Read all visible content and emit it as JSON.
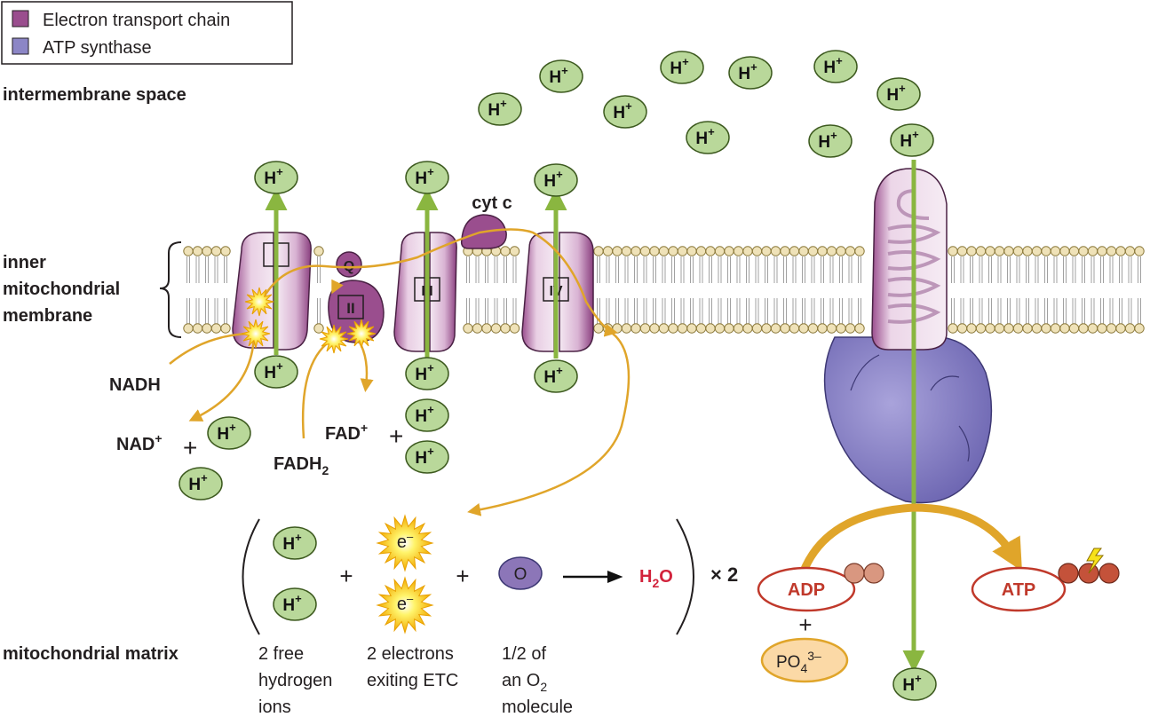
{
  "legend": {
    "items": [
      {
        "label": "Electron transport chain",
        "color": "#9a4e8e"
      },
      {
        "label": "ATP synthase",
        "color": "#8c86c6"
      }
    ]
  },
  "regions": {
    "intermembrane": "intermembrane space",
    "membrane_line1": "inner",
    "membrane_line2": "mitochondrial",
    "membrane_line3": "membrane",
    "matrix": "mitochondrial matrix"
  },
  "complexes": {
    "c1": "I",
    "c2": "II",
    "c3": "III",
    "c4": "IV",
    "q": "Q",
    "cytc": "cyt c"
  },
  "hydrogen_ion": {
    "base": "H",
    "sup": "+"
  },
  "reactants": {
    "nadh": "NADH",
    "nad_base": "NAD",
    "nad_sup": "+",
    "fadh_base": "FADH",
    "fadh_sub": "2",
    "fad_base": "FAD",
    "fad_sup": "+",
    "plus": "+"
  },
  "equation": {
    "electron_base": "e",
    "electron_sup": "–",
    "oxygen": "O",
    "water_h": "H",
    "water_sub": "2",
    "water_o": "O",
    "times": "× 2",
    "plus": "+",
    "caption_h": [
      "2 free",
      "hydrogen",
      "ions"
    ],
    "caption_e": [
      "2 electrons",
      "exiting ETC"
    ],
    "caption_o_line1": "1/2 of",
    "caption_o_line2_base": "an O",
    "caption_o_line2_sub": "2",
    "caption_o_line3": "molecule"
  },
  "atp_synthesis": {
    "adp": "ADP",
    "atp": "ATP",
    "plus": "+",
    "phosphate_base": "PO",
    "phosphate_sub": "4",
    "phosphate_sup": "3–"
  },
  "colors": {
    "hion_fill": "#b9d89a",
    "arrow_green": "#8ab640",
    "arrow_orange": "#e0a52a",
    "etc_purple": "#9a4e8e",
    "atp_synthase": "#8c86c6",
    "water_red": "#d2233c",
    "adp_red": "#c0392b"
  }
}
